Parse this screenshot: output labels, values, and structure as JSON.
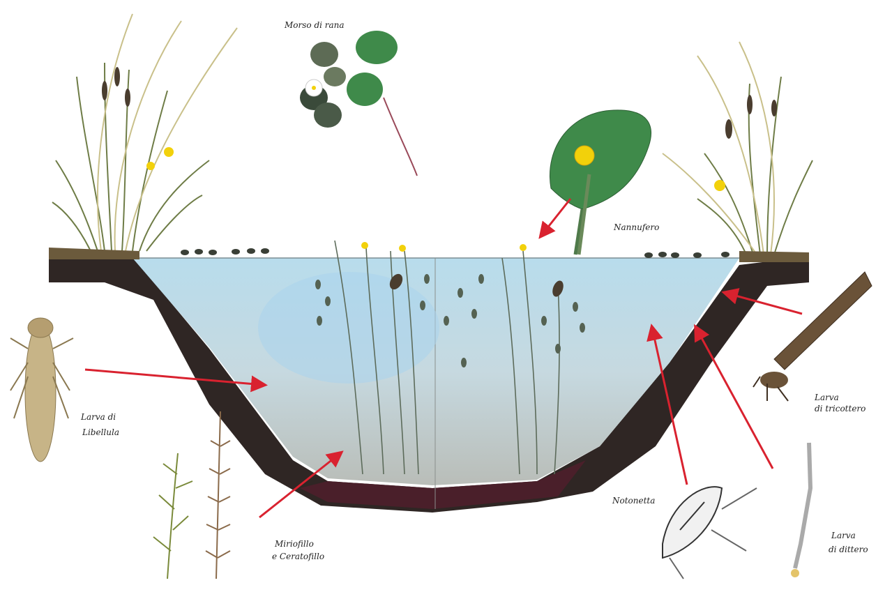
{
  "labels": {
    "morso": "Morso di rana",
    "nannufero": "Nannufero",
    "libellula_1": "Larva di",
    "libellula_2": "Libellula",
    "tricottero_1": "Larva",
    "tricottero_2": "di tricottero",
    "notonetta": "Notonetta",
    "miriofillo_1": "Miriofillo",
    "miriofillo_2": "e Ceratofillo",
    "dittero_1": "Larva",
    "dittero_2": "di dittero"
  },
  "colors": {
    "water": "#c9dde6",
    "water_light": "#a9d4ec",
    "soil": "#2f2624",
    "soil_bottom": "#4a1f2a",
    "arrow": "#d9222f",
    "leaf": "#3f8a4a",
    "flower": "#f2d10b",
    "reed": "#6e7c46"
  }
}
